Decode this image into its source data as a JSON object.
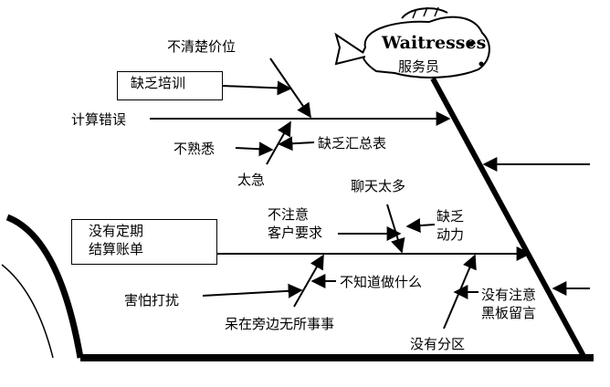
{
  "fish_head": {
    "title": "Waitresses",
    "subtitle": "服务员"
  },
  "upper_section": {
    "box_lack_training": "缺乏培训",
    "unclear_price": "不清楚价位",
    "calc_error": "计算错误",
    "unfamiliar": "不熟悉",
    "lack_summary_table": "缺乏汇总表",
    "too_hurried": "太急"
  },
  "lower_section": {
    "box_line1": "没有定期",
    "box_line2": "结算账单",
    "not_attentive_line1": "不注意",
    "not_attentive_line2": "客户要求",
    "chat_too_much": "聊天太多",
    "lack_motivation_line1": "缺乏",
    "lack_motivation_line2": "动力",
    "dont_know_what_to_do": "不知道做什么",
    "afraid_disturb": "害怕打扰",
    "standing_idle": "呆在旁边无所事事",
    "no_attention_line1": "没有注意",
    "no_attention_line2": "黑板留言",
    "no_zoning": "没有分区"
  },
  "colors": {
    "line": "#000000",
    "background": "#ffffff"
  }
}
